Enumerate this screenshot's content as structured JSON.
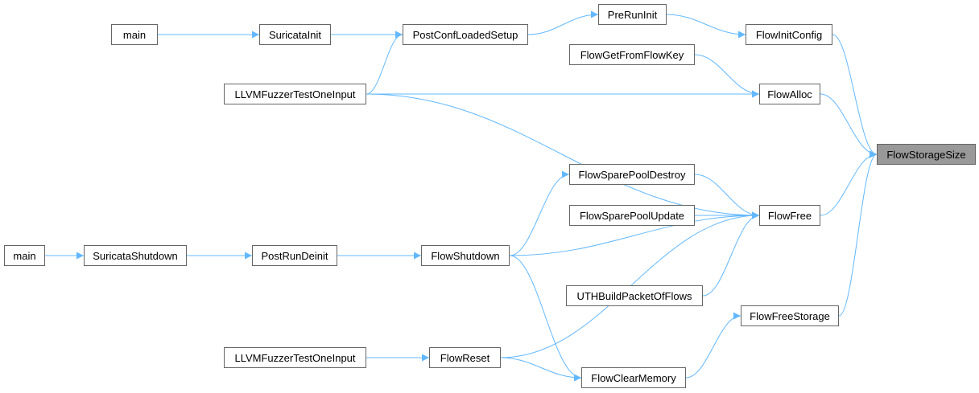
{
  "graph": {
    "edge_color": "#63b8ff",
    "node_border_color": "#666666",
    "focus_fill_color": "#999999",
    "nodes": {
      "main_top": "main",
      "suricata_init": "SuricataInit",
      "post_conf_loaded_setup": "PostConfLoadedSetup",
      "pre_run_init": "PreRunInit",
      "flow_init_config": "FlowInitConfig",
      "flow_get_from_flow_key": "FlowGetFromFlowKey",
      "llvm_fuzzer_top": "LLVMFuzzerTestOneInput",
      "flow_alloc": "FlowAlloc",
      "flow_storage_size": "FlowStorageSize",
      "flow_spare_pool_destroy": "FlowSparePoolDestroy",
      "flow_spare_pool_update": "FlowSparePoolUpdate",
      "flow_free": "FlowFree",
      "main_bottom": "main",
      "suricata_shutdown": "SuricataShutdown",
      "post_run_deinit": "PostRunDeinit",
      "flow_shutdown": "FlowShutdown",
      "uth_build_packet_of_flows": "UTHBuildPacketOfFlows",
      "flow_free_storage": "FlowFreeStorage",
      "llvm_fuzzer_bottom": "LLVMFuzzerTestOneInput",
      "flow_reset": "FlowReset",
      "flow_clear_memory": "FlowClearMemory"
    },
    "edges": [
      [
        "main_top",
        "suricata_init"
      ],
      [
        "suricata_init",
        "post_conf_loaded_setup"
      ],
      [
        "llvm_fuzzer_top",
        "post_conf_loaded_setup"
      ],
      [
        "post_conf_loaded_setup",
        "pre_run_init"
      ],
      [
        "pre_run_init",
        "flow_init_config"
      ],
      [
        "flow_init_config",
        "flow_storage_size"
      ],
      [
        "flow_get_from_flow_key",
        "flow_alloc"
      ],
      [
        "llvm_fuzzer_top",
        "flow_alloc"
      ],
      [
        "flow_alloc",
        "flow_storage_size"
      ],
      [
        "llvm_fuzzer_top",
        "flow_free"
      ],
      [
        "flow_spare_pool_destroy",
        "flow_free"
      ],
      [
        "flow_spare_pool_update",
        "flow_free"
      ],
      [
        "flow_shutdown",
        "flow_free"
      ],
      [
        "uth_build_packet_of_flows",
        "flow_free"
      ],
      [
        "flow_reset",
        "flow_free"
      ],
      [
        "flow_free",
        "flow_storage_size"
      ],
      [
        "flow_free_storage",
        "flow_storage_size"
      ],
      [
        "main_bottom",
        "suricata_shutdown"
      ],
      [
        "suricata_shutdown",
        "post_run_deinit"
      ],
      [
        "post_run_deinit",
        "flow_shutdown"
      ],
      [
        "flow_shutdown",
        "flow_spare_pool_destroy"
      ],
      [
        "flow_shutdown",
        "flow_clear_memory"
      ],
      [
        "llvm_fuzzer_bottom",
        "flow_reset"
      ],
      [
        "flow_reset",
        "flow_clear_memory"
      ],
      [
        "flow_clear_memory",
        "flow_free_storage"
      ]
    ]
  }
}
